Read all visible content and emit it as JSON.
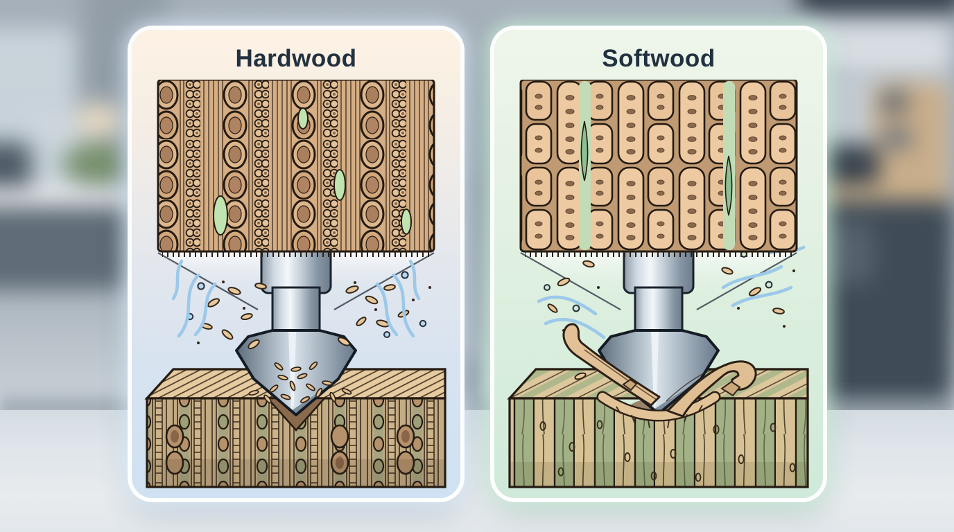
{
  "figure": {
    "type": "comparison-illustration",
    "panels": [
      {
        "id": "hardwood",
        "title": "Hardwood"
      },
      {
        "id": "softwood",
        "title": "Softwood"
      }
    ]
  },
  "colors": {
    "hardwood_card_top": "#fdf2e4",
    "hardwood_card_bottom": "#cfe1f2",
    "softwood_card_top": "#eef6ea",
    "softwood_card_bottom": "#cfe9da",
    "title_text": "#22313f",
    "wood_tan": "#d7b28a",
    "outline_dark": "#241b12",
    "steel_light": "#f3f7fa",
    "steel_dark": "#5e6b7a",
    "swish_blue": "#9cc9ea",
    "chip_tan": "#e8c89b",
    "resin_green": "#bfe4b0",
    "sapwood_sage": "#a3b186"
  }
}
